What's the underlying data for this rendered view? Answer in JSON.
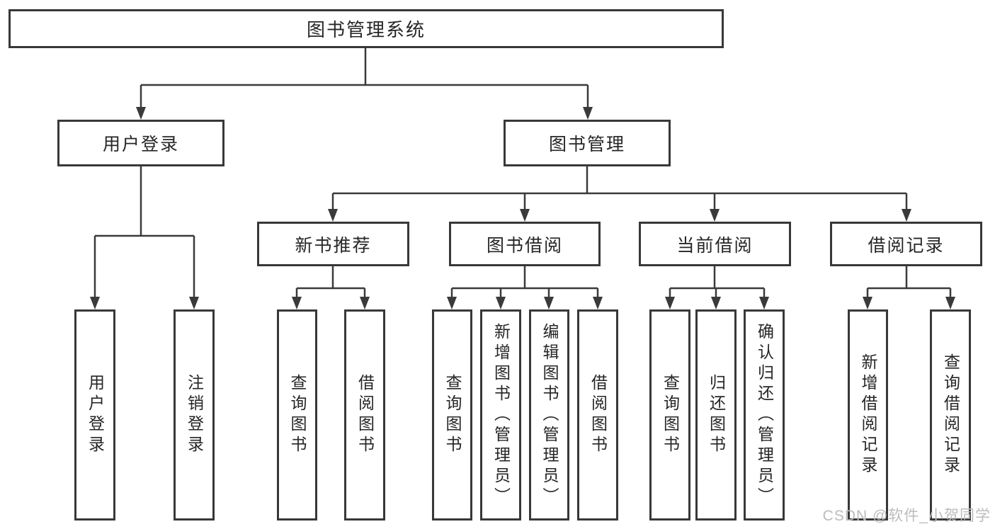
{
  "tree": {
    "root": {
      "label": "图书管理系统"
    },
    "branches": [
      {
        "label": "用户登录",
        "leaves": [
          {
            "label": "用户登录"
          },
          {
            "label": "注销登录"
          }
        ]
      },
      {
        "label": "图书管理",
        "groups": [
          {
            "label": "新书推荐",
            "leaves": [
              {
                "label": "查询图书"
              },
              {
                "label": "借阅图书"
              }
            ]
          },
          {
            "label": "图书借阅",
            "leaves": [
              {
                "label": "查询图书"
              },
              {
                "label": "新增图书（管理员）"
              },
              {
                "label": "编辑图书（管理员）"
              },
              {
                "label": "借阅图书"
              }
            ]
          },
          {
            "label": "当前借阅",
            "leaves": [
              {
                "label": "查询图书"
              },
              {
                "label": "归还图书"
              },
              {
                "label": "确认归还（管理员）"
              }
            ]
          },
          {
            "label": "借阅记录",
            "leaves": [
              {
                "label": "新增借阅记录"
              },
              {
                "label": "查询借阅记录"
              }
            ]
          }
        ]
      }
    ]
  },
  "watermark": "CSDN @软件_小贺同学",
  "colors": {
    "line": "#3a3a3a",
    "box_border": "#383838",
    "text": "#262626",
    "watermark": "#bcbcbc",
    "background": "#ffffff"
  }
}
